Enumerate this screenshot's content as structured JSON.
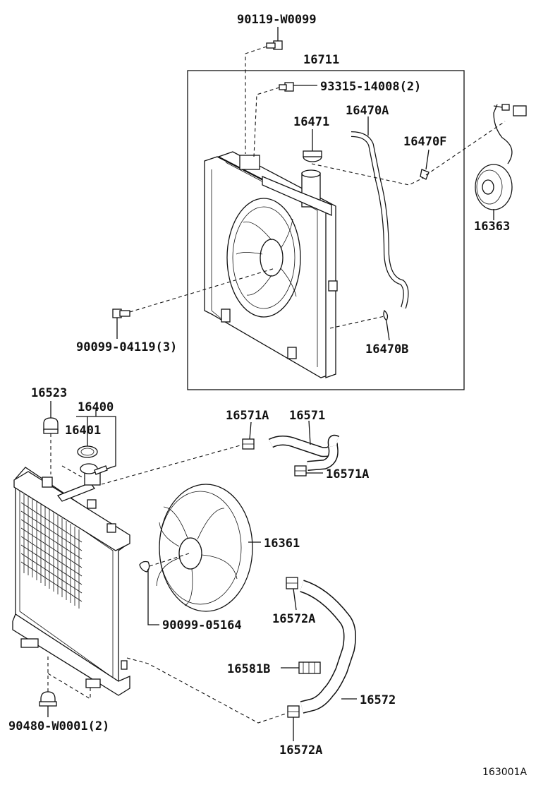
{
  "diagram_id": "163001A",
  "labels": {
    "bolt_top": "90119-W0099",
    "shroud": "16711",
    "screw_top": "93315-14008(2)",
    "hose_reservoir": "16470A",
    "cap_reservoir": "16471",
    "clip_f": "16470F",
    "motor": "16363",
    "screw_left": "90099-04119(3)",
    "clip_b": "16470B",
    "cushion": "16523",
    "radiator_cap_assy": "16400",
    "radiator_cap_gasket": "16401",
    "upper_clamp_1": "16571A",
    "upper_hose": "16571",
    "upper_clamp_2": "16571A",
    "fan": "16361",
    "fan_nut": "90099-05164",
    "lower_clamp_1": "16572A",
    "lower_clip": "16581B",
    "lower_hose": "16572",
    "lower_clamp_2": "16572A",
    "bottom_cushion": "90480-W0001(2)"
  }
}
